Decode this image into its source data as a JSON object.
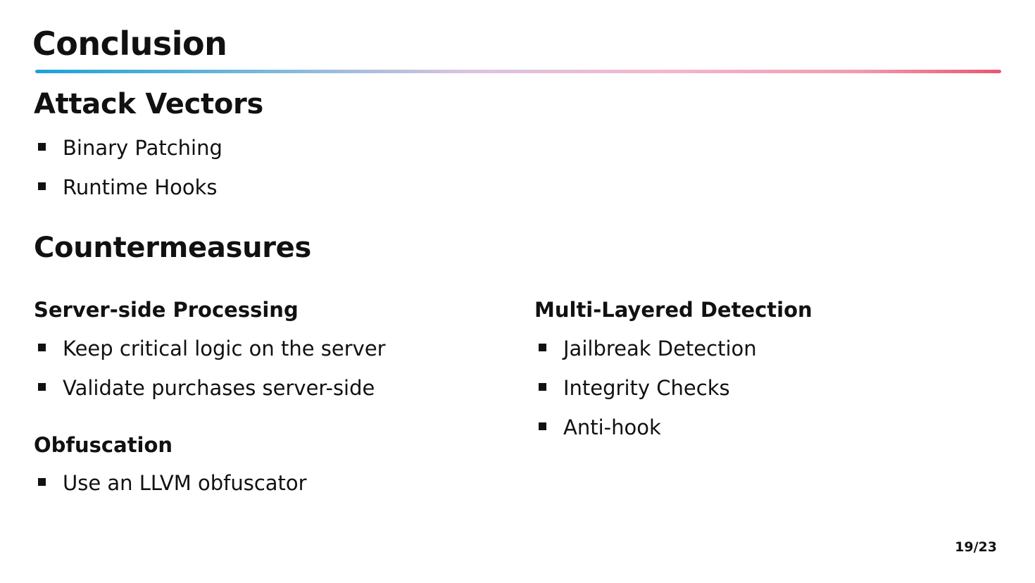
{
  "slide": {
    "title": "Conclusion",
    "page_number": "19/23"
  },
  "attack_vectors": {
    "heading": "Attack Vectors",
    "items": [
      "Binary Patching",
      "Runtime Hooks"
    ]
  },
  "countermeasures": {
    "heading": "Countermeasures",
    "server_side": {
      "heading": "Server-side Processing",
      "items": [
        "Keep critical logic on the server",
        "Validate purchases server-side"
      ]
    },
    "obfuscation": {
      "heading": "Obfuscation",
      "items": [
        "Use an LLVM obfuscator"
      ]
    },
    "detection": {
      "heading": "Multi-Layered Detection",
      "items": [
        "Jailbreak Detection",
        "Integrity Checks",
        "Anti-hook"
      ]
    }
  },
  "colors": {
    "rule_start": "#1aa3d9",
    "rule_end": "#e8566f",
    "text": "#111111",
    "background": "#ffffff"
  }
}
